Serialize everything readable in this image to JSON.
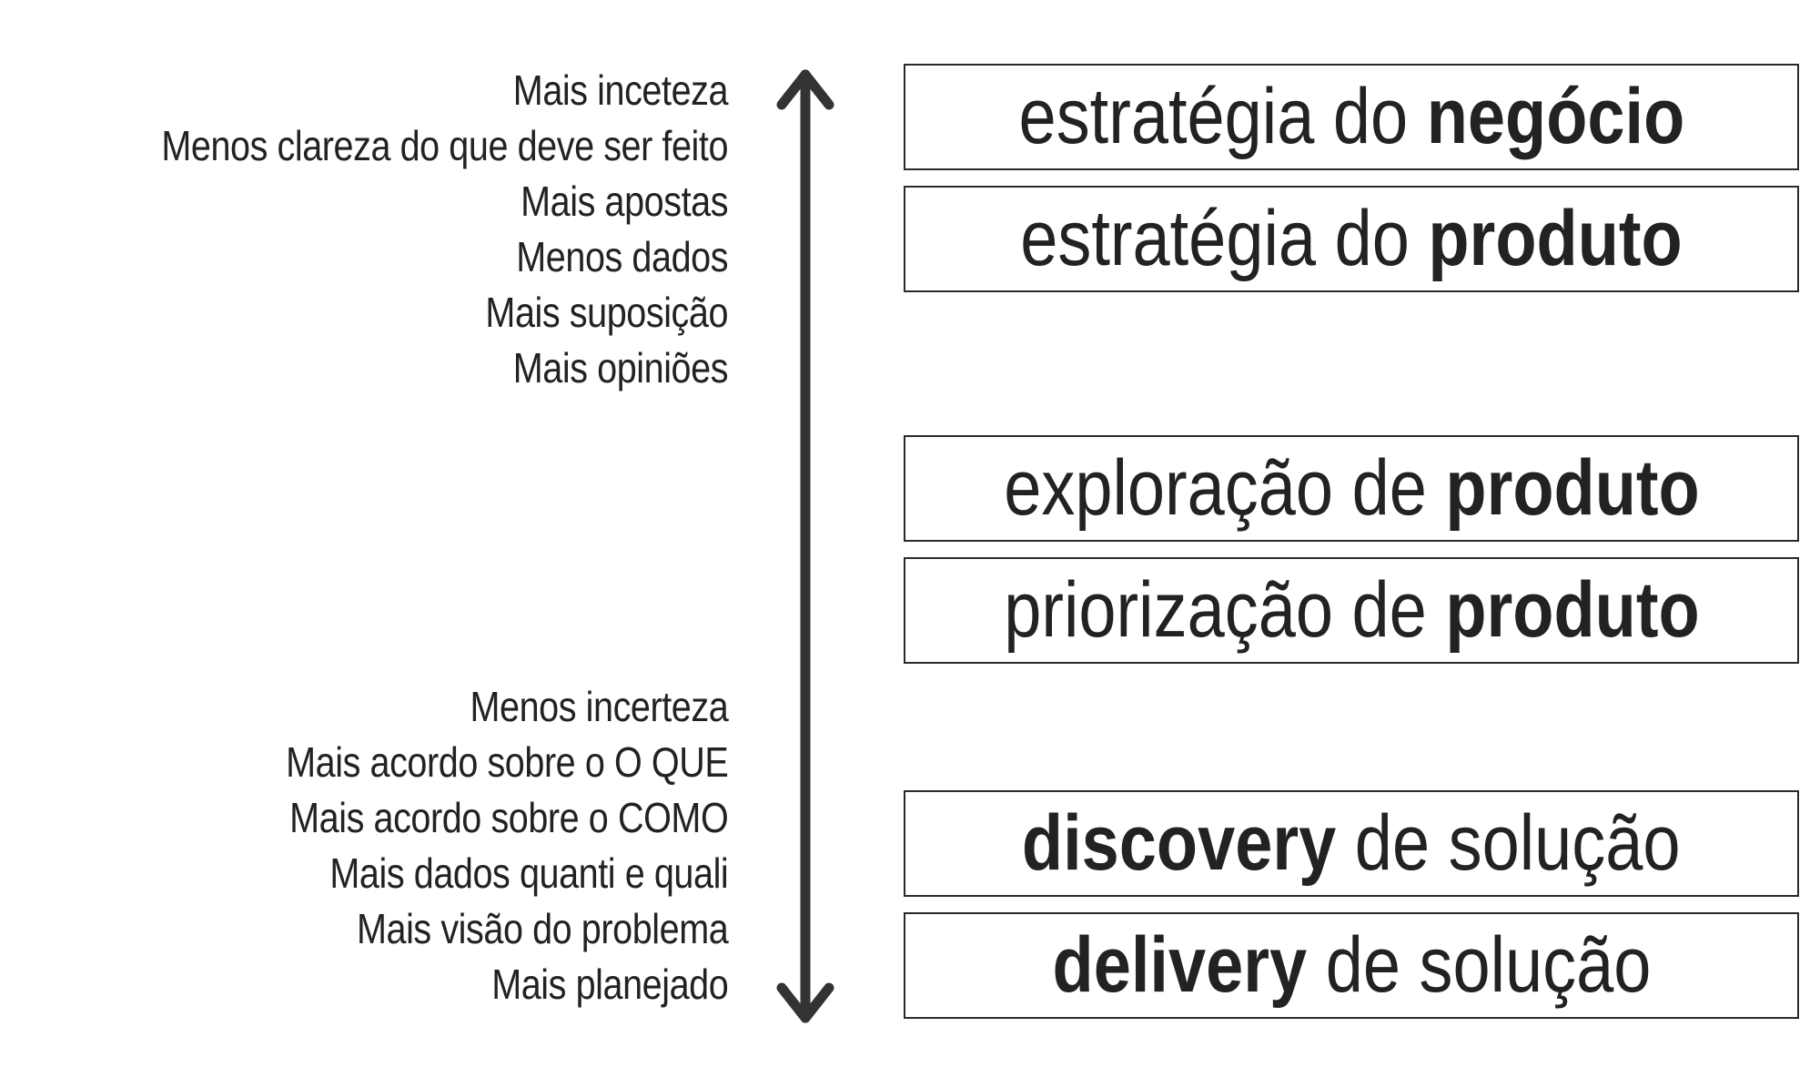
{
  "left_text": {
    "top": [
      "Mais inceteza",
      "Menos clareza do que deve ser feito",
      "Mais apostas",
      "Menos dados",
      "Mais suposição",
      "Mais opiniões"
    ],
    "bottom": [
      "Menos incerteza",
      "Mais acordo sobre o O QUE",
      "Mais acordo sobre o COMO",
      "Mais dados quanti e quali",
      "Mais visão do problema",
      "Mais planejado"
    ]
  },
  "boxes": [
    {
      "normal_before": "estratégia do ",
      "bold": "negócio",
      "normal_after": ""
    },
    {
      "normal_before": "estratégia do ",
      "bold": "produto",
      "normal_after": ""
    },
    {
      "normal_before": "exploração de ",
      "bold": "produto",
      "normal_after": ""
    },
    {
      "normal_before": "priorização de ",
      "bold": "produto",
      "normal_after": ""
    },
    {
      "normal_before": "",
      "bold": "discovery",
      "normal_after": " de solução"
    },
    {
      "normal_before": "",
      "bold": "delivery",
      "normal_after": " de solução"
    }
  ],
  "colors": {
    "text": "#222222",
    "arrow": "#333333",
    "box_border": "#2a2a2a"
  }
}
